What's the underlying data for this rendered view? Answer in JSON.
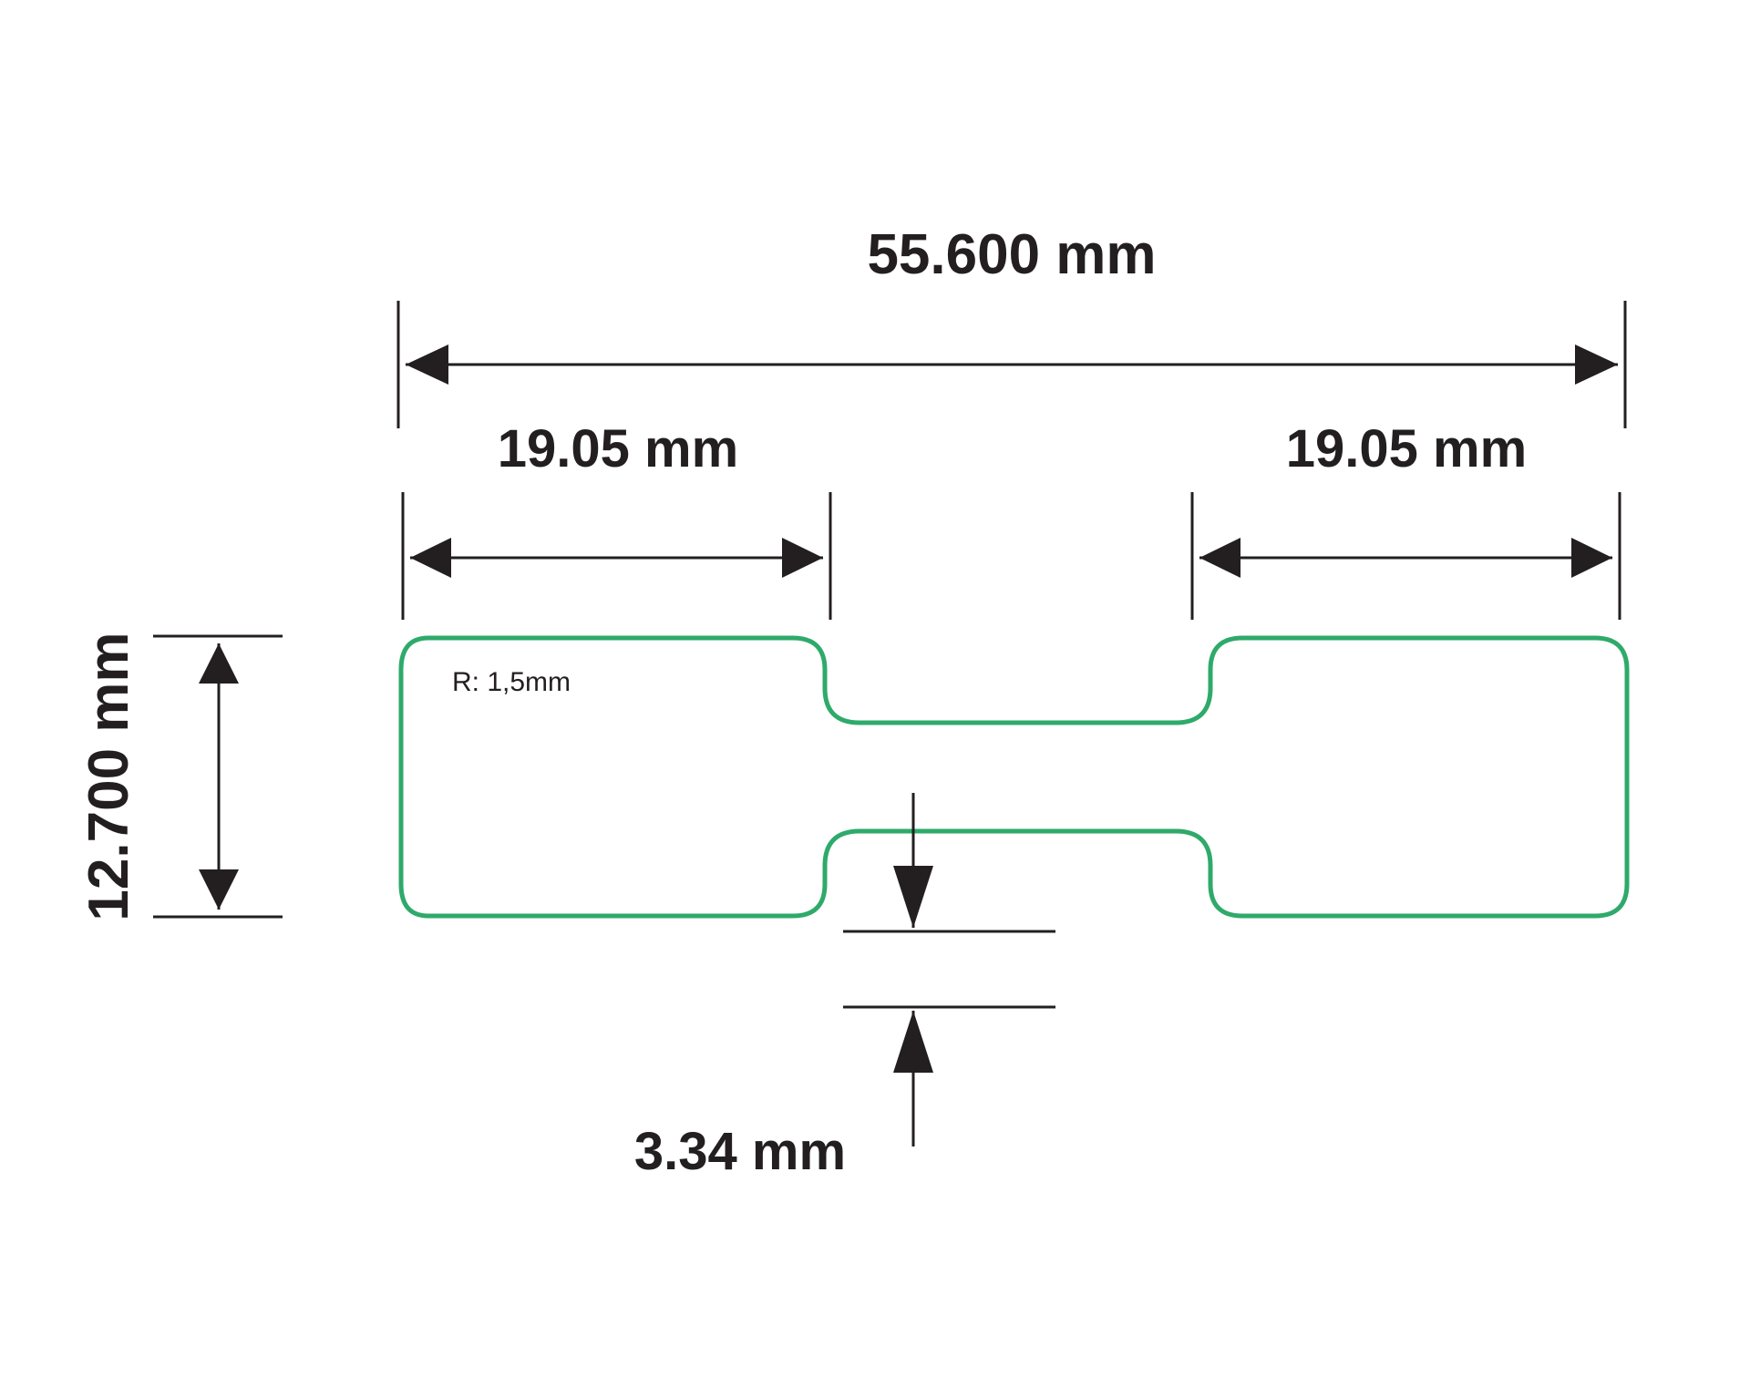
{
  "colors": {
    "outline": "#2eaa6a",
    "dimension": "#231f20",
    "background": "#ffffff"
  },
  "labels": {
    "overall_width": "55.600 mm",
    "left_end_width": "19.05 mm",
    "right_end_width": "19.05 mm",
    "height": "12.700 mm",
    "neck_offset": "3.34 mm",
    "corner_radius": "R: 1,5mm"
  }
}
